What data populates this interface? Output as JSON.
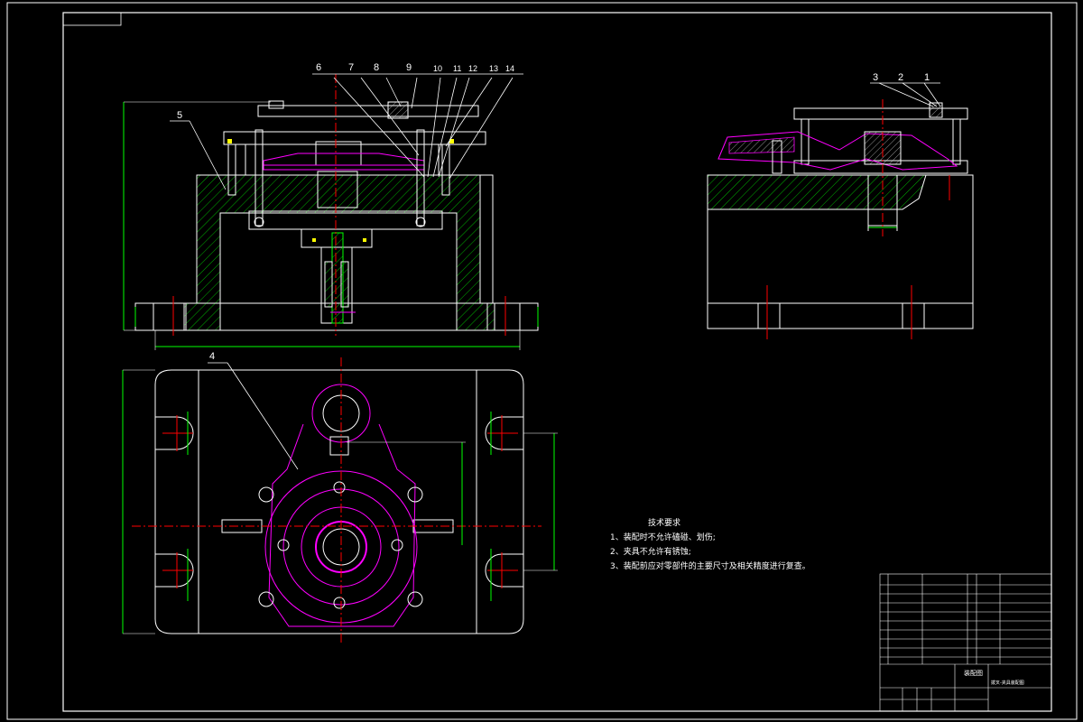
{
  "drawing": {
    "balloons": [
      "1",
      "2",
      "3",
      "4",
      "5",
      "6",
      "7",
      "8",
      "9",
      "10",
      "11",
      "12",
      "13",
      "14"
    ],
    "technical_requirements": {
      "title": "技术要求",
      "items": [
        "1、装配时不允许磕碰、划伤;",
        "2、夹具不允许有锈蚀;",
        "3、装配前应对零部件的主要尺寸及相关精度进行复查。"
      ]
    },
    "title_block": {
      "drawing_name": "装配图",
      "part_name": "拨叉-夹具装配图"
    }
  },
  "colors": {
    "background": "#000000",
    "outline": "#ffffff",
    "centerline": "#ff0000",
    "dimension": "#00ff00",
    "part_outline": "#ff00ff",
    "hatch": "#00a000",
    "highlight": "#ffff00"
  }
}
